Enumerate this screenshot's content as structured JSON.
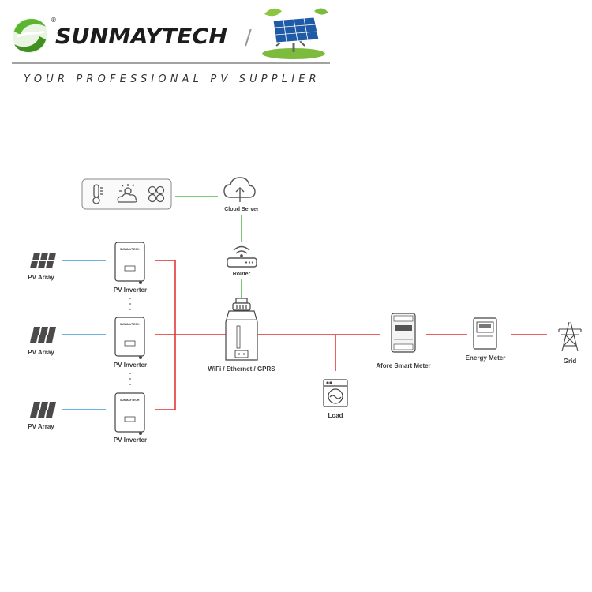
{
  "header": {
    "brand": "SUNMAYTECH",
    "registered_mark": "®",
    "divider": "/",
    "slogan": "YOUR PROFESSIONAL PV SUPPLIER"
  },
  "colors": {
    "brand_green": "#5cb531",
    "brand_dark": "#1c1c1c",
    "dc_line": "#3a9bd9",
    "ac_line": "#e32c2c",
    "data_line": "#4cb84a",
    "device_stroke": "#444444"
  },
  "diagram": {
    "sensor_icons": [
      "thermometer-icon",
      "weather-icon",
      "fan-icon"
    ],
    "cloud_label": "Cloud Server",
    "router_label": "Router",
    "pv_arrays": [
      {
        "label": "PV Array"
      },
      {
        "label": "PV Array"
      },
      {
        "label": "PV Array"
      }
    ],
    "inverters": [
      {
        "label": "PV Inverter",
        "badge": "SUNMAYTECH"
      },
      {
        "label": "PV Inverter",
        "badge": "SUNMAYTECH"
      },
      {
        "label": "PV Inverter",
        "badge": "SUNMAYTECH"
      }
    ],
    "logger_label": "WiFi / Ethernet / GPRS",
    "load_label": "Load",
    "smart_meter_label": "Afore Smart Meter",
    "energy_meter_label": "Energy Meter",
    "grid_label": "Grid"
  }
}
